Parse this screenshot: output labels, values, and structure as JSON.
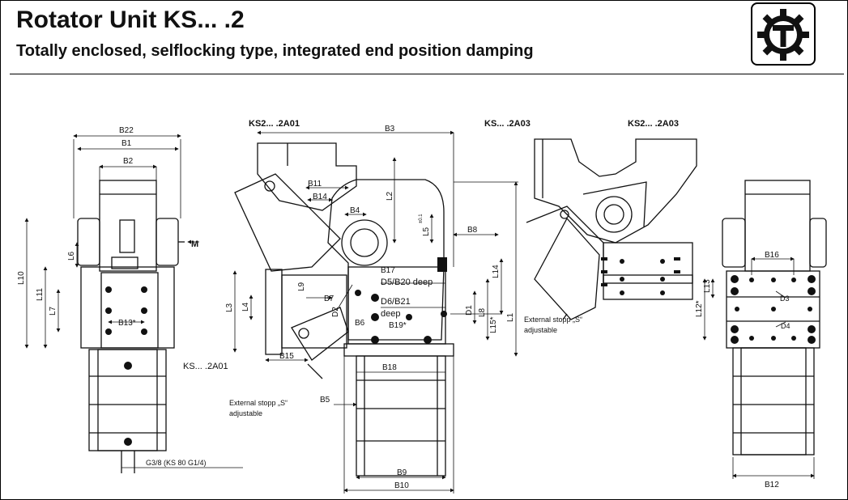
{
  "header": {
    "title": "Rotator Unit KS... .2",
    "subtitle": "Totally enclosed, selflocking type, integrated end position damping"
  },
  "views": {
    "view_a_label": "KS2... .2A01",
    "view_b_label": "KS... .2A03",
    "view_c_label": "KS2... .2A03",
    "view_d_label": "KS... .2A01"
  },
  "notes": {
    "external_stop_line1": "External stopp „S“",
    "external_stop_line2": "adjustable",
    "port": "G3/8 (KS 80 G1/4)",
    "d5": "D5/B20 deep",
    "d6": "D6/B21",
    "deep": "deep",
    "arrow_m": "M"
  },
  "dims": {
    "b22": "B22",
    "b1": "B1",
    "b2": "B2",
    "b13": "B13*",
    "l10": "L10",
    "l11": "L11",
    "l6": "L6",
    "l7": "L7",
    "b3": "B3",
    "b11": "B11",
    "b14": "B14",
    "b4": "B4",
    "l2": "L2",
    "l5": "L5",
    "l5tol": "±0.1",
    "b8": "B8",
    "b17": "B17",
    "l9": "L9",
    "b7": "B7",
    "d2": "D2",
    "b6": "B6",
    "b19": "B19*",
    "l3": "L3",
    "l4": "L4",
    "b15": "B15",
    "b18": "B18",
    "b5": "B5",
    "b9": "B9",
    "b10": "B10",
    "l14": "L14",
    "d1": "D1",
    "l8": "L8",
    "l15": "L15*",
    "l1": "L1",
    "b16": "B16",
    "l13": "L13",
    "d3": "D3",
    "l12": "L12*",
    "d4": "D4",
    "b12": "B12"
  },
  "colors": {
    "ink": "#111111",
    "paper": "#ffffff"
  },
  "icons": {
    "logo": "gear-t-logo-icon"
  }
}
